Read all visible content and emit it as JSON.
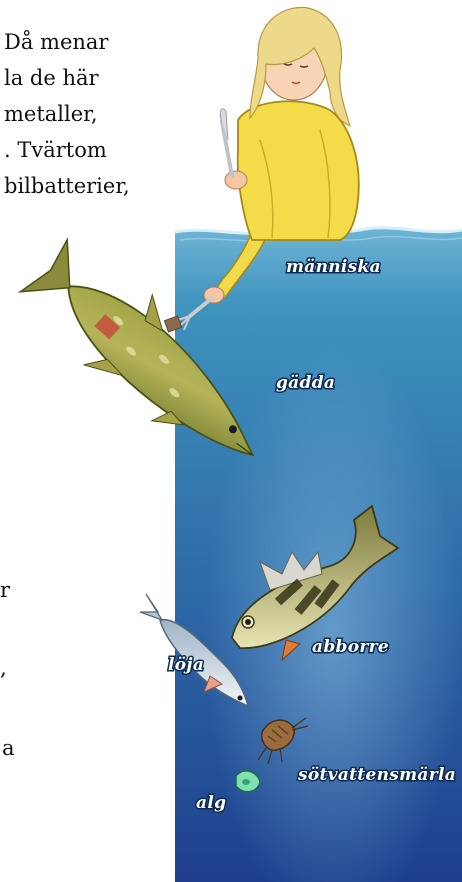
{
  "text_lines": [
    "Då menar",
    "la de här",
    "metaller,",
    ". Tvärtom",
    "bilbatterier,"
  ],
  "text_fragments": [
    "r",
    ",",
    "a"
  ],
  "labels": {
    "human": "människa",
    "pike": "gädda",
    "perch": "abborre",
    "bleak": "löja",
    "amphipod": "sötvattensmärla",
    "alga": "alg"
  },
  "colors": {
    "water_top": "#3e93bd",
    "water_bottom": "#1e3f8d",
    "label_text": "#ffffff",
    "label_outline": "#0d2a52"
  }
}
